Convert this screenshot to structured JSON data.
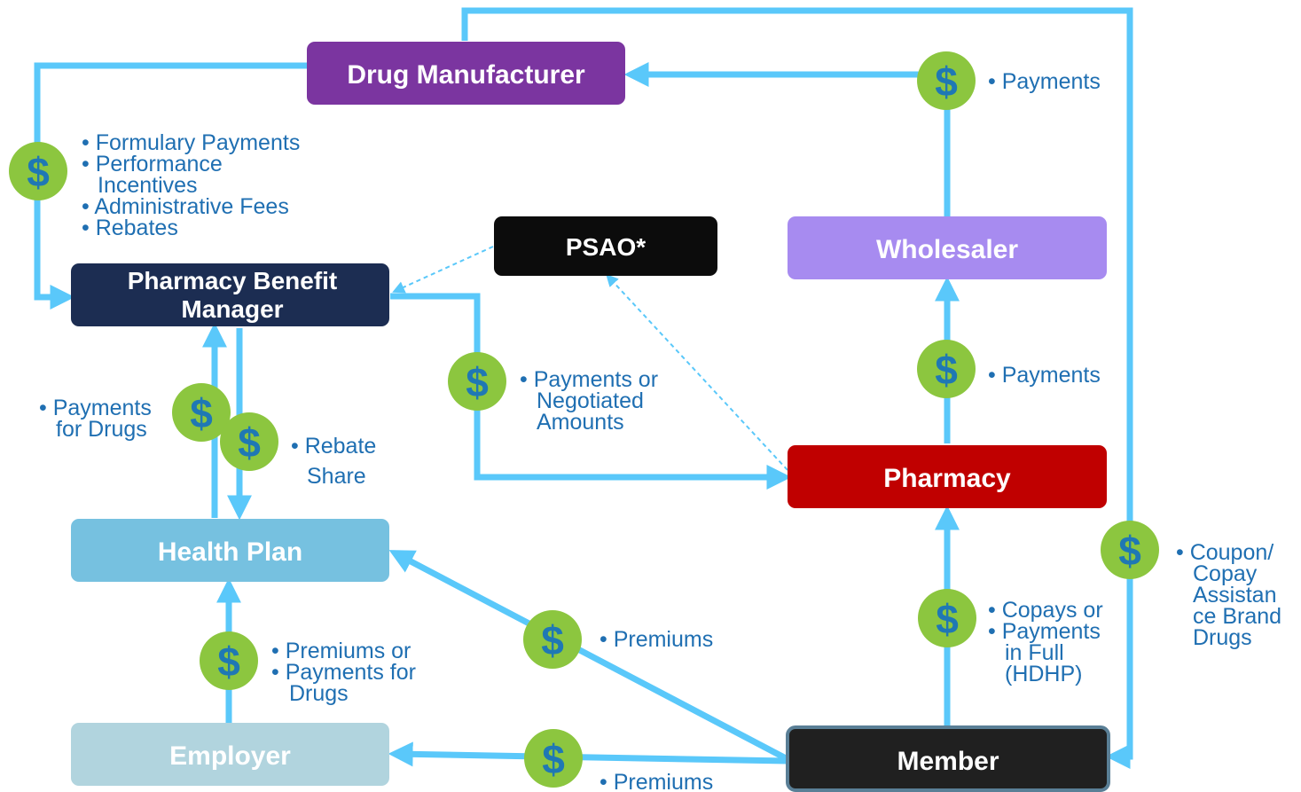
{
  "colors": {
    "arrow": "#5ac8fa",
    "dollar_circle": "#8cc63f",
    "dollar_sign": "#1f78b4",
    "label_text": "#1f6fb2",
    "drug_manufacturer": "#7b35a0",
    "pbm": "#1c2d52",
    "psao": "#0c0c0c",
    "wholesaler": "#a78bf0",
    "pharmacy": "#c00000",
    "health_plan": "#76c1e0",
    "employer": "#b1d4de",
    "member": "#202020"
  },
  "nodes": {
    "drug_manufacturer": "Drug Manufacturer",
    "pbm_line1": "Pharmacy Benefit",
    "pbm_line2": "Manager",
    "psao": "PSAO*",
    "wholesaler": "Wholesaler",
    "pharmacy": "Pharmacy",
    "health_plan": "Health Plan",
    "employer": "Employer",
    "member": "Member"
  },
  "dollar_symbol": "$",
  "labels": {
    "mfr_to_pbm": [
      "• Formulary Payments",
      "• Performance",
      "Incentives",
      "• Administrative Fees",
      "• Rebates"
    ],
    "wholesaler_to_mfr": [
      "• Payments"
    ],
    "pharmacy_to_wholesaler": [
      "• Payments"
    ],
    "pbm_pharmacy": [
      "• Payments or",
      "Negotiated",
      "Amounts"
    ],
    "plan_to_pbm": [
      "• Payments",
      "for Drugs"
    ],
    "pbm_to_plan": [
      "• Rebate",
      "Share"
    ],
    "employer_to_plan": [
      "• Premiums or",
      "• Payments for",
      "Drugs"
    ],
    "member_to_plan": [
      "• Premiums"
    ],
    "member_to_pharmacy": [
      "• Copays or",
      "• Payments",
      "in Full",
      "(HDHP)"
    ],
    "member_to_employer": [
      "• Premiums"
    ],
    "mfr_to_member": [
      "• Coupon/",
      "Copay",
      "Assistan",
      "ce Brand",
      "Drugs"
    ]
  }
}
